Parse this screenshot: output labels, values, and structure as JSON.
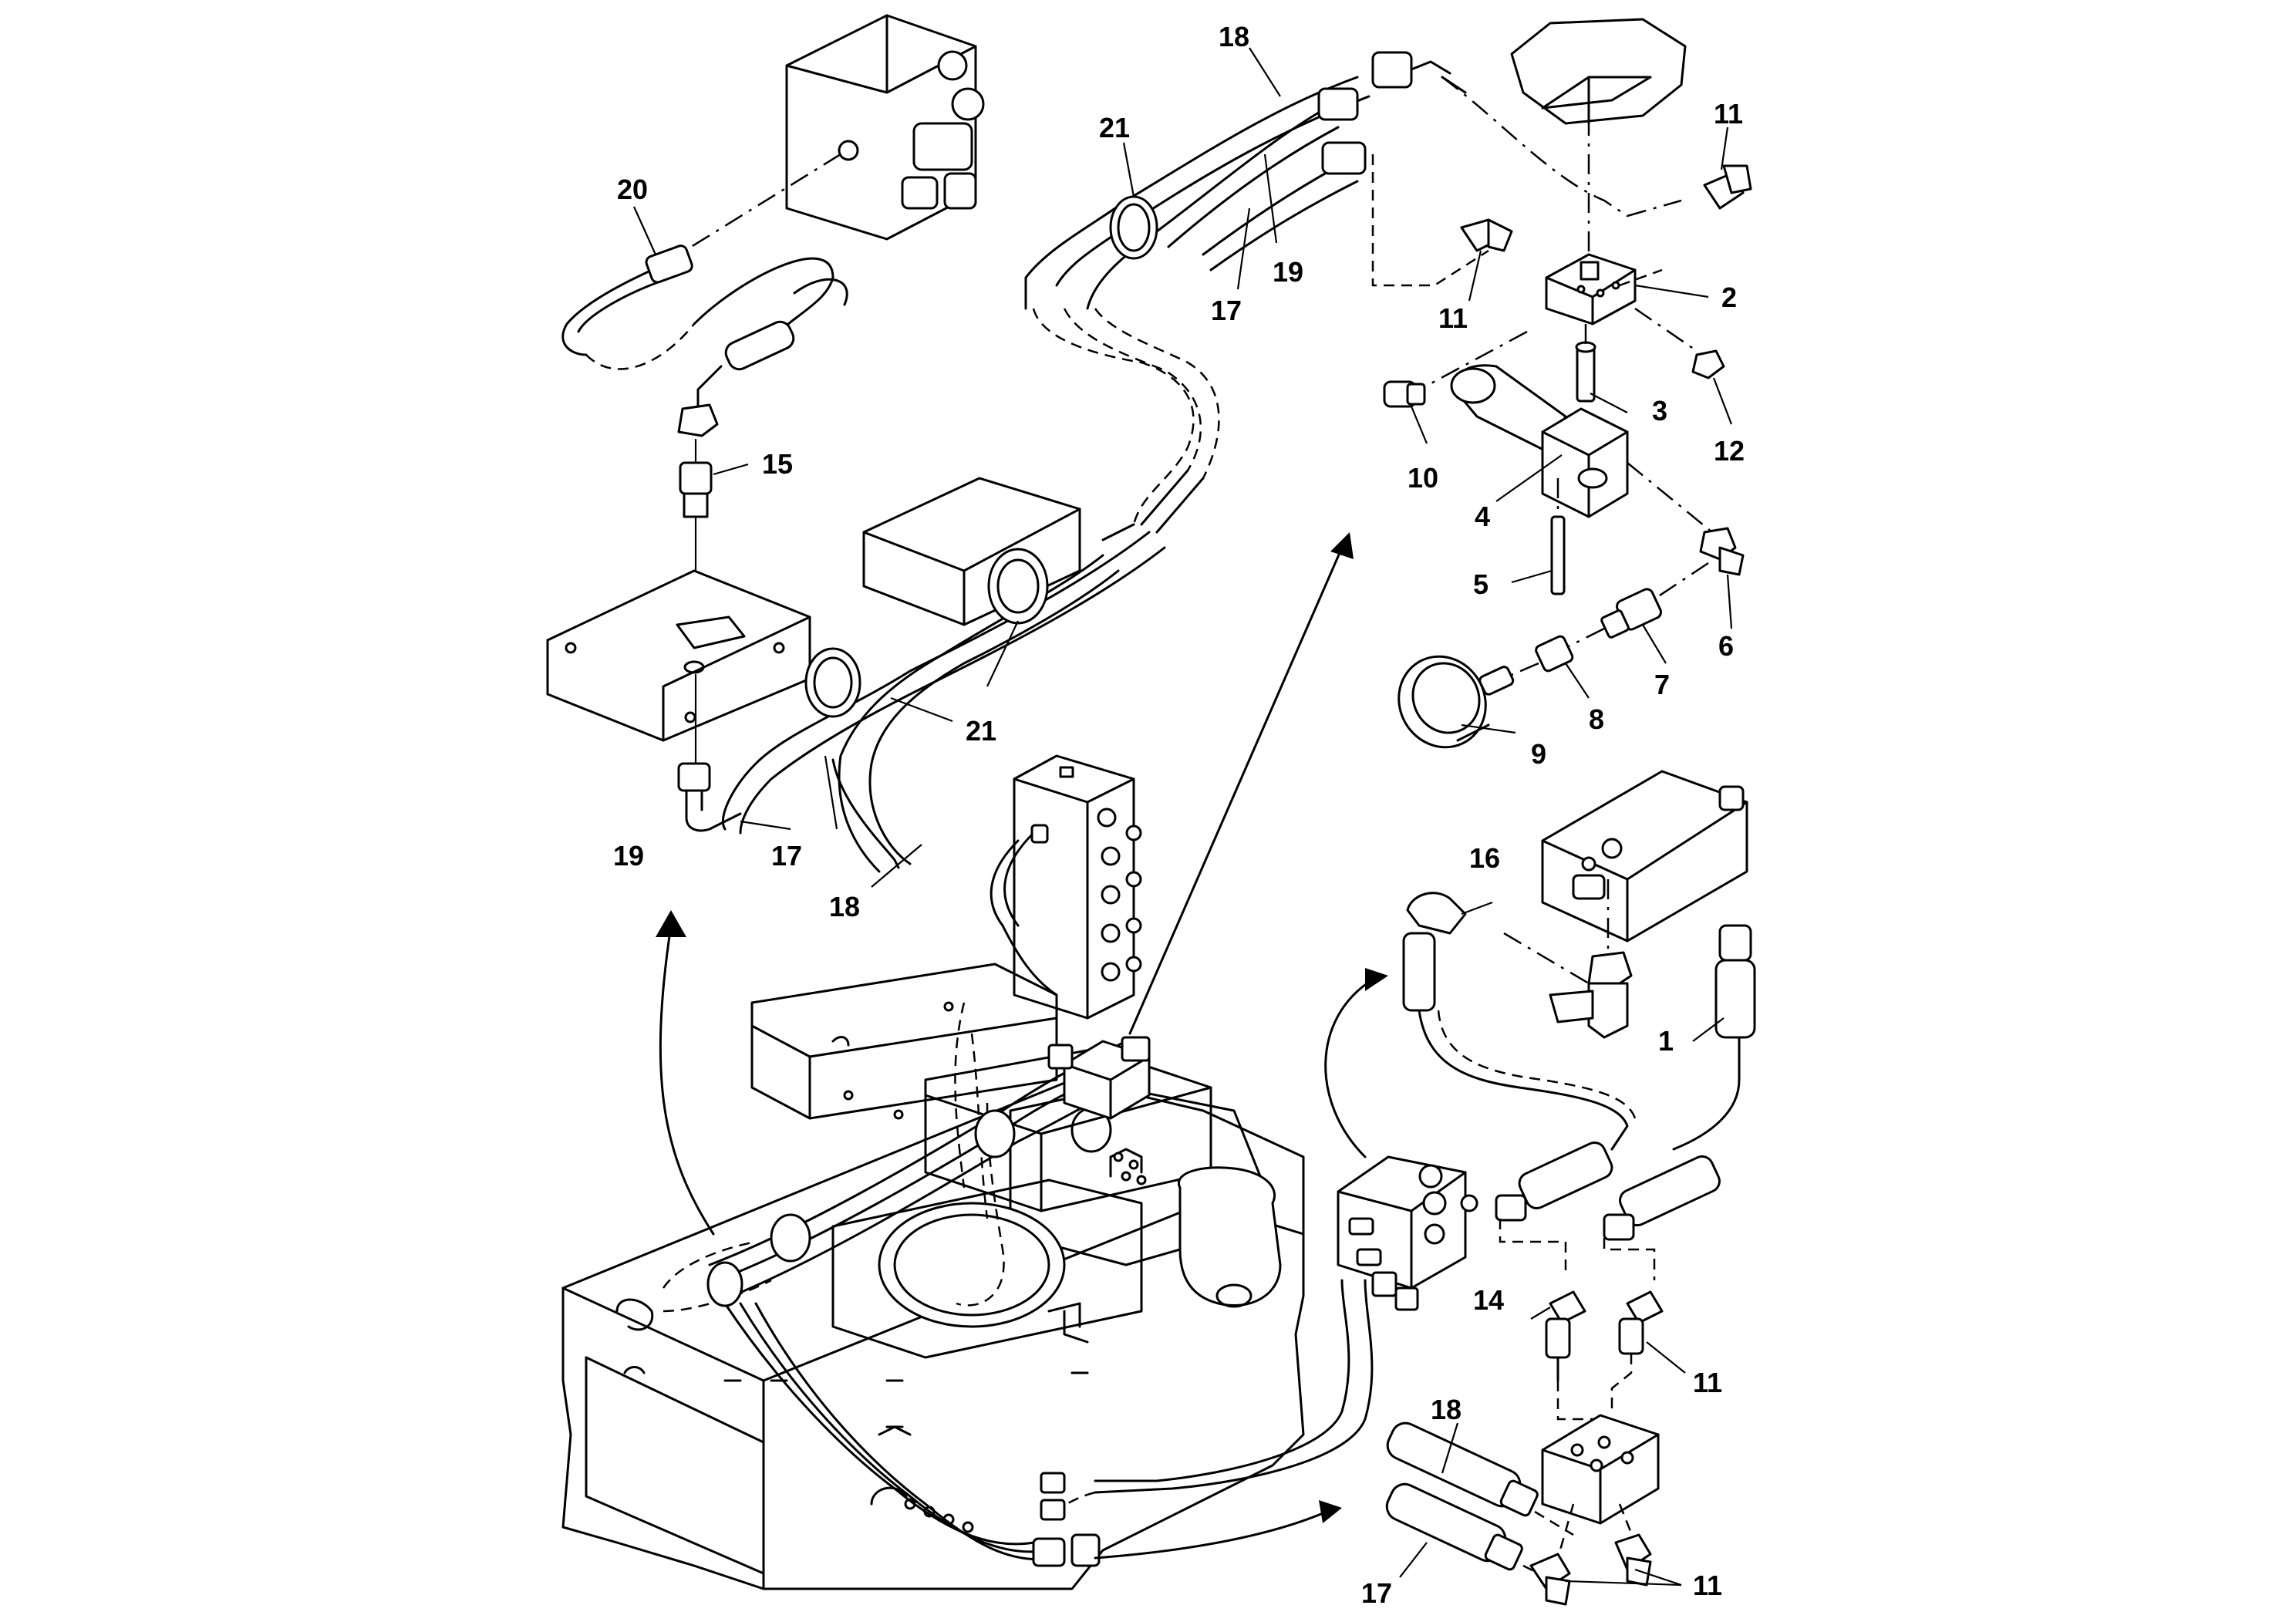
{
  "callouts": [
    {
      "id": "c18-top",
      "text": "18"
    },
    {
      "id": "c21-top",
      "text": "21"
    },
    {
      "id": "c20",
      "text": "20"
    },
    {
      "id": "c11-tr",
      "text": "11"
    },
    {
      "id": "c2",
      "text": "2"
    },
    {
      "id": "c11-mid",
      "text": "11"
    },
    {
      "id": "c19-top",
      "text": "19"
    },
    {
      "id": "c17-top",
      "text": "17"
    },
    {
      "id": "c3",
      "text": "3"
    },
    {
      "id": "c12",
      "text": "12"
    },
    {
      "id": "c15",
      "text": "15"
    },
    {
      "id": "c10",
      "text": "10"
    },
    {
      "id": "c4",
      "text": "4"
    },
    {
      "id": "c5",
      "text": "5"
    },
    {
      "id": "c6",
      "text": "6"
    },
    {
      "id": "c7",
      "text": "7"
    },
    {
      "id": "c8",
      "text": "8"
    },
    {
      "id": "c9",
      "text": "9"
    },
    {
      "id": "c21-mid",
      "text": "21"
    },
    {
      "id": "c19-left",
      "text": "19"
    },
    {
      "id": "c17-left",
      "text": "17"
    },
    {
      "id": "c18-left",
      "text": "18"
    },
    {
      "id": "c16",
      "text": "16"
    },
    {
      "id": "c1",
      "text": "1"
    },
    {
      "id": "c14",
      "text": "14"
    },
    {
      "id": "c11-low",
      "text": "11"
    },
    {
      "id": "c18-bot",
      "text": "18"
    },
    {
      "id": "c17-bot",
      "text": "17"
    },
    {
      "id": "c11-bot",
      "text": "11"
    }
  ]
}
